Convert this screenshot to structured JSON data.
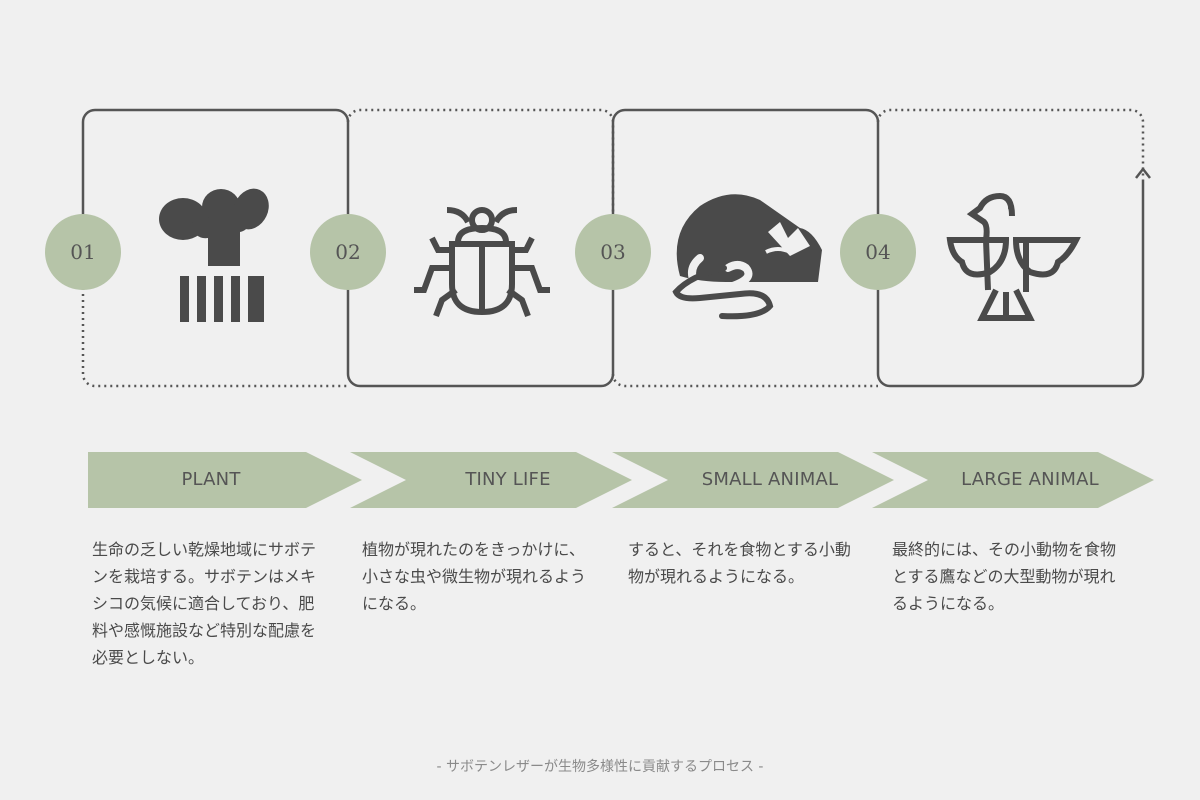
{
  "colors": {
    "background": "#f0f0f0",
    "accent_green": "#b6c4a8",
    "icon_gray": "#4a4a4a",
    "line_gray": "#555555"
  },
  "steps": [
    {
      "number": "01",
      "label": "PLANT",
      "icon": "cactus-icon",
      "description": "生命の乏しい乾燥地域にサボテンを栽培する。サボテンはメキシコの気候に適合しており、肥料や感慨施設など特別な配慮を必要としない。"
    },
    {
      "number": "02",
      "label": "TINY LIFE",
      "icon": "beetle-icon",
      "description": "植物が現れたのをきっかけに、小さな虫や微生物が現れるようになる。"
    },
    {
      "number": "03",
      "label": "SMALL ANIMAL",
      "icon": "mouse-icon",
      "description": "すると、それを食物とする小動物が現れるようになる。"
    },
    {
      "number": "04",
      "label": "LARGE ANIMAL",
      "icon": "eagle-icon",
      "description": "最終的には、その小動物を食物とする鷹などの大型動物が現れるようになる。"
    }
  ],
  "caption": "- サボテンレザーが生物多様性に貢献するプロセス -"
}
